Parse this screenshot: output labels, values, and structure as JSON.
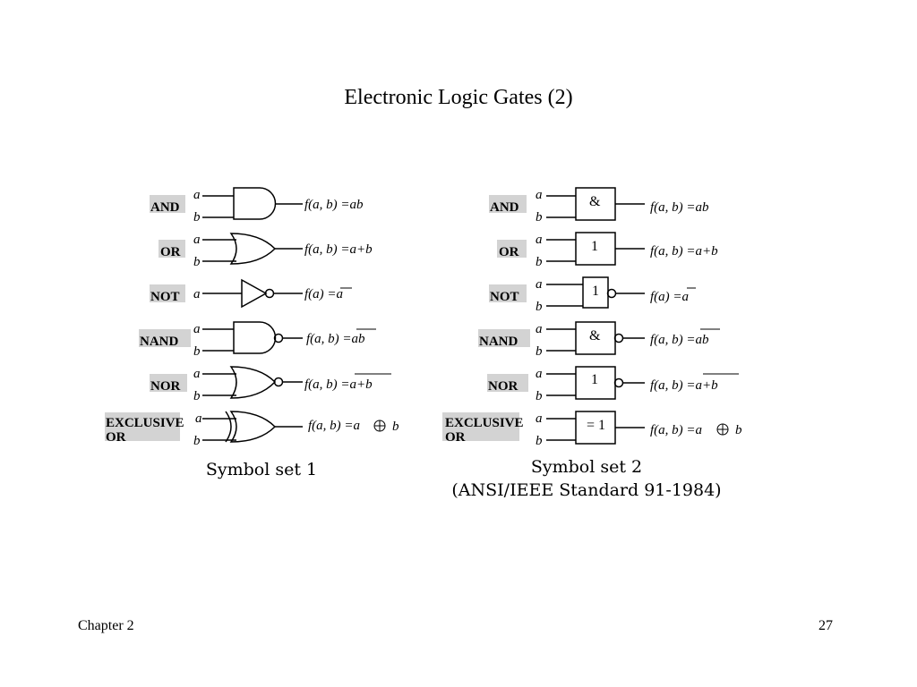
{
  "slide": {
    "title": "Electronic Logic Gates (2)",
    "footer_left": "Chapter 2",
    "footer_right": "27"
  },
  "set1": {
    "caption": "Symbol set 1",
    "gates": [
      {
        "name": "AND",
        "in1": "a",
        "in2": "b",
        "func": "f(a, b) =ab"
      },
      {
        "name": "OR",
        "in1": "a",
        "in2": "b",
        "func": "f(a, b) =a+b"
      },
      {
        "name": "NOT",
        "in1": "a",
        "func": "f(a) =a"
      },
      {
        "name": "NAND",
        "in1": "a",
        "in2": "b",
        "func": "f(a, b) =ab"
      },
      {
        "name": "NOR",
        "in1": "a",
        "in2": "b",
        "func": "f(a, b) =a+b"
      },
      {
        "name1": "EXCLUSIVE",
        "name2": "OR",
        "in1": "a",
        "in2": "b",
        "func": "f(a, b) =a",
        "func_tail": "b"
      }
    ]
  },
  "set2": {
    "caption_line1": "Symbol set 2",
    "caption_line2": "(ANSI/IEEE Standard 91-1984)",
    "gates": [
      {
        "name": "AND",
        "in1": "a",
        "in2": "b",
        "box": "&",
        "func": "f(a, b) =ab"
      },
      {
        "name": "OR",
        "in1": "a",
        "in2": "b",
        "box": "1",
        "func": "f(a, b) =a+b"
      },
      {
        "name": "NOT",
        "in1": "a",
        "in2": "b",
        "box": "1",
        "func": "f(a) =a"
      },
      {
        "name": "NAND",
        "in1": "a",
        "in2": "b",
        "box": "&",
        "func": "f(a, b) =ab"
      },
      {
        "name": "NOR",
        "in1": "a",
        "in2": "b",
        "box": "1",
        "func": "f(a, b) =a+b"
      },
      {
        "name1": "EXCLUSIVE",
        "name2": "OR",
        "in1": "a",
        "in2": "b",
        "box": "= 1",
        "func": "f(a, b) =a",
        "func_tail": "b"
      }
    ]
  }
}
